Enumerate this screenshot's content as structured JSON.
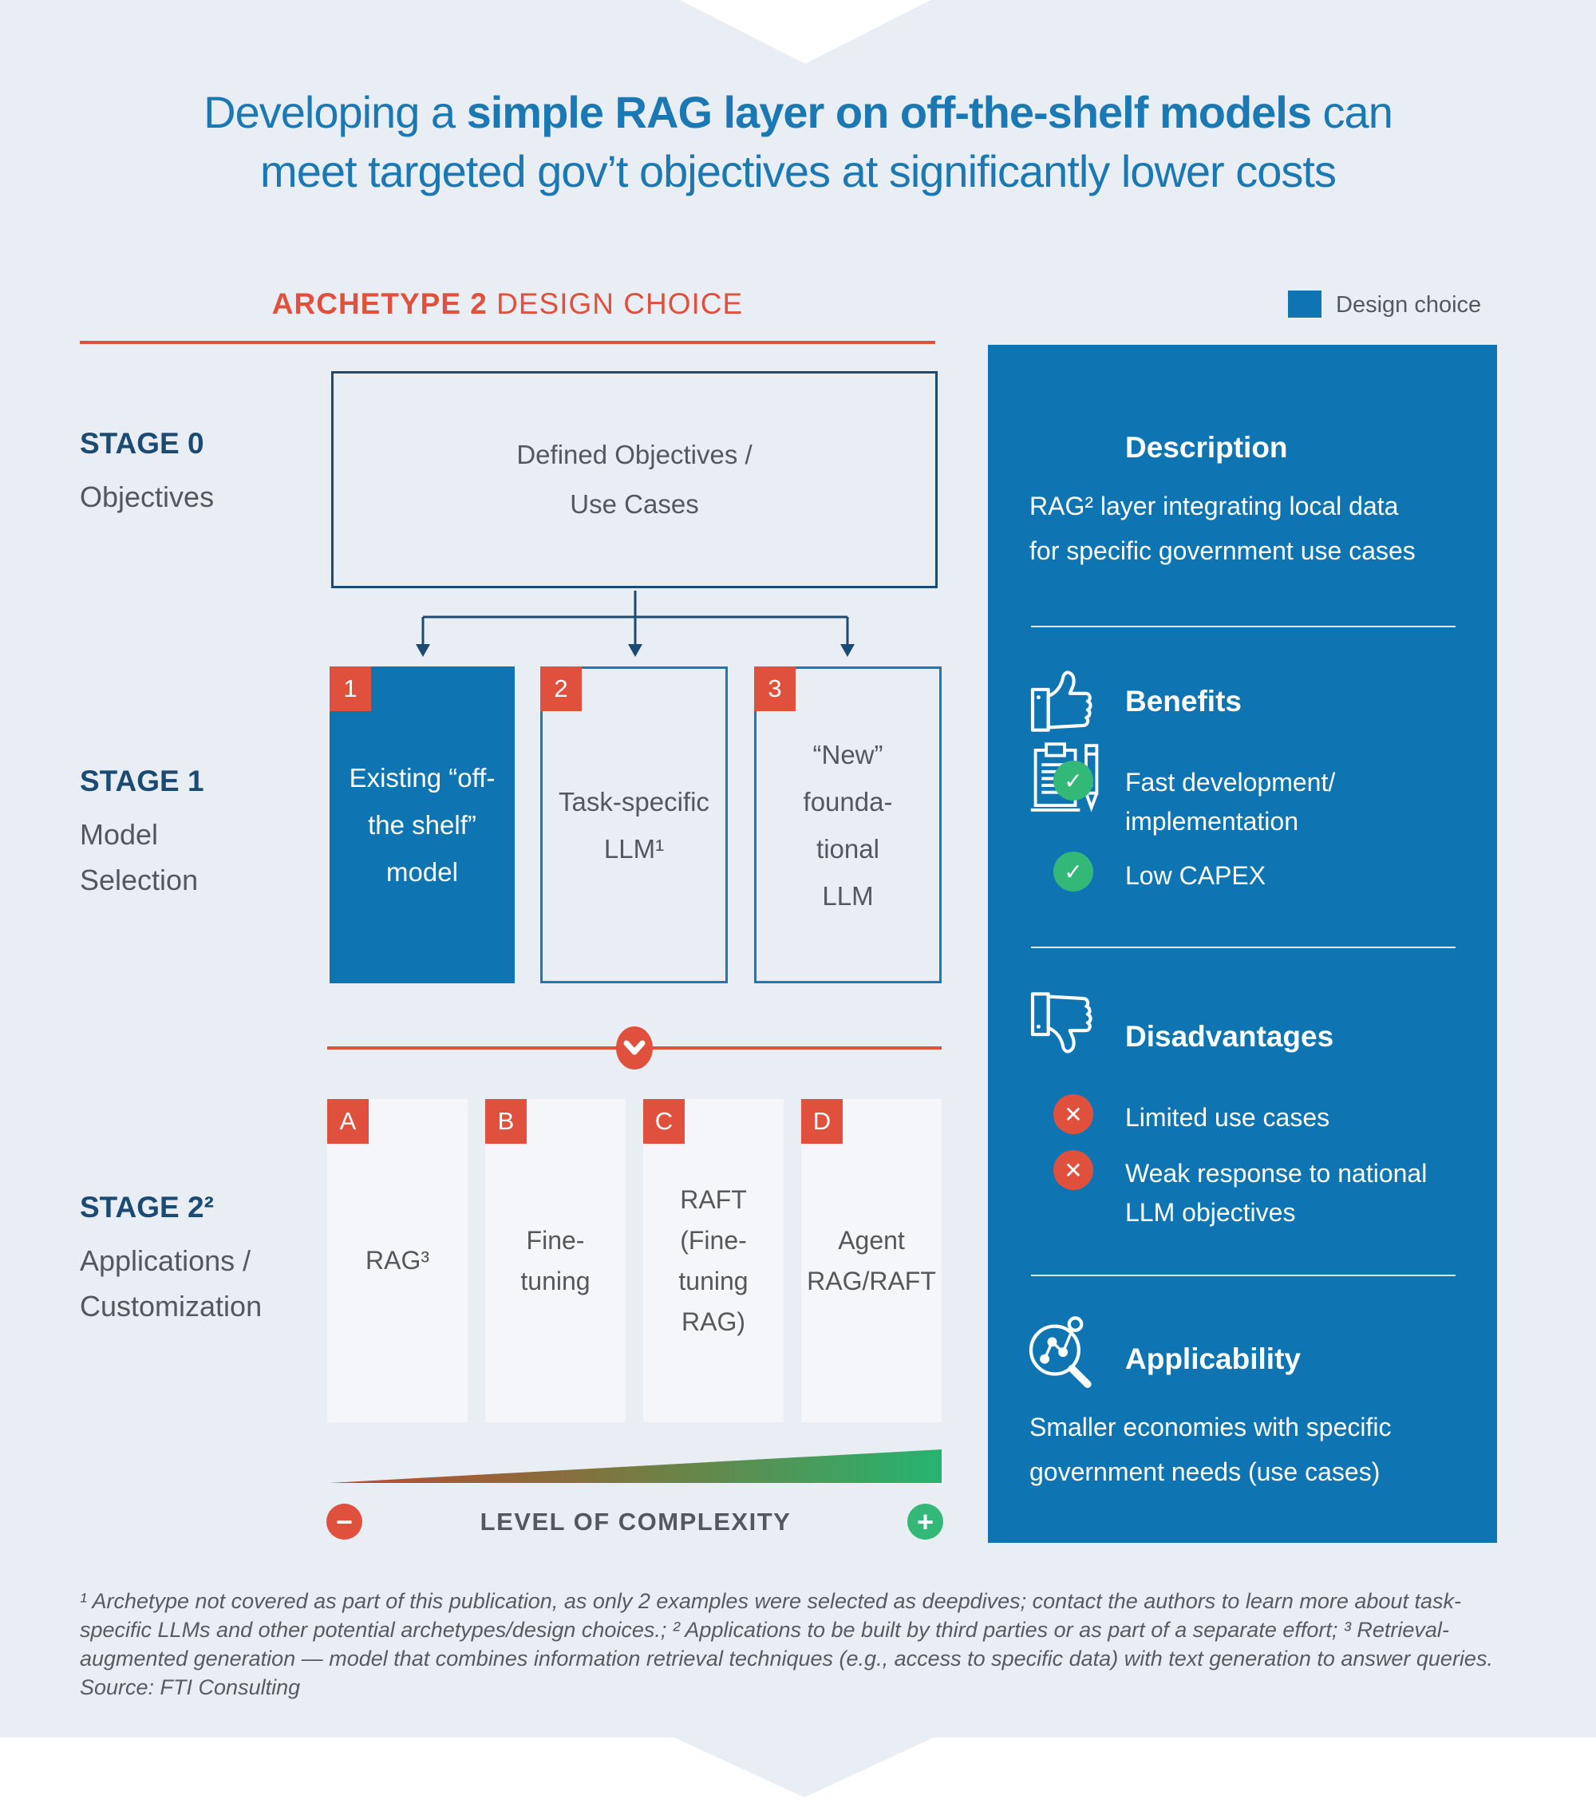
{
  "title": {
    "line1_pre": "Developing a ",
    "line1_bold": "simple RAG layer on off-the-shelf models",
    "line1_post": " can",
    "line2": "meet targeted gov’t objectives at significantly lower costs"
  },
  "archetype_header": {
    "bold": "ARCHETYPE 2",
    "regular": " DESIGN CHOICE"
  },
  "legend": {
    "label": "Design choice",
    "swatch_color": "#0f75b2"
  },
  "stage0": {
    "label": "STAGE 0",
    "sublabel": "Objectives",
    "box_text": "Defined Objectives /\nUse Cases"
  },
  "stage1": {
    "label": "STAGE 1",
    "sublabel": "Model\nSelection",
    "boxes": [
      {
        "tag": "1",
        "text": "Existing “off-\nthe shelf”\nmodel",
        "highlighted": true
      },
      {
        "tag": "2",
        "text": "Task-specific\nLLM¹",
        "highlighted": false
      },
      {
        "tag": "3",
        "text": "“New”\nfounda-\ntional\nLLM",
        "highlighted": false
      }
    ]
  },
  "stage2": {
    "label": "STAGE 2²",
    "sublabel": "Applications /\nCustomization",
    "boxes": [
      {
        "tag": "A",
        "text": "RAG³"
      },
      {
        "tag": "B",
        "text": "Fine-\ntuning"
      },
      {
        "tag": "C",
        "text": "RAFT\n(Fine-\ntuning\nRAG)"
      },
      {
        "tag": "D",
        "text": "Agent\nRAG/RAFT"
      }
    ]
  },
  "complexity": {
    "label": "LEVEL OF COMPLEXITY",
    "minus": "−",
    "plus": "+"
  },
  "panel": {
    "description": {
      "title": "Description",
      "body": "RAG² layer integrating local data\nfor specific government use cases"
    },
    "benefits": {
      "title": "Benefits",
      "items": [
        "Fast development/\nimplementation",
        "Low CAPEX"
      ]
    },
    "disadvantages": {
      "title": "Disadvantages",
      "items": [
        "Limited use cases",
        "Weak response to national\nLLM objectives"
      ]
    },
    "applicability": {
      "title": "Applicability",
      "body": "Smaller economies with specific\ngovernment needs (use cases)"
    }
  },
  "icons": {
    "check": "✓",
    "cross": "✕"
  },
  "footnotes": "¹ Archetype not covered as part of this publication, as only 2 examples were selected as deepdives; contact the authors to learn more about task-\nspecific LLMs and other potential archetypes/design choices.; ² Applications to be built by third parties or as part of a separate effort; ³ Retrieval-\naugmented generation — model that combines information retrieval techniques (e.g., access to specific data) with text generation to answer queries.\nSource: FTI Consulting",
  "colors": {
    "background": "#e9edf4",
    "title_blue": "#1a78b2",
    "navy": "#1b4a73",
    "accent_red": "#e0513d",
    "panel_blue": "#0f75b2",
    "green": "#33b877",
    "text_gray": "#54585e"
  }
}
